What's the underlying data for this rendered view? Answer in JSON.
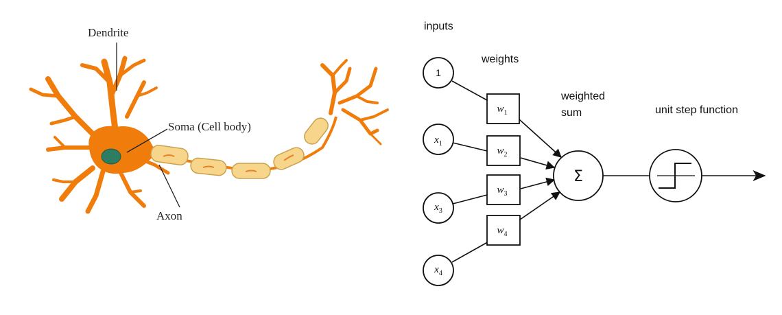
{
  "neuron": {
    "dendrite_label": "Dendrite",
    "soma_label": "Soma (Cell body)",
    "axon_label": "Axon",
    "colors": {
      "body": "#f07d0b",
      "nucleus": "#2e7d62",
      "myelin": "#f7d58a",
      "myelin_edge": "#caa24e"
    }
  },
  "perceptron": {
    "inputs_label": "inputs",
    "weights_label": "weights",
    "weighted_sum_line1": "weighted",
    "weighted_sum_line2": "sum",
    "unit_step_label": "unit step function",
    "sum_symbol": "Σ",
    "bias_input": "1",
    "inputs": [
      {
        "base": "x",
        "sub": "1"
      },
      {
        "base": "x",
        "sub": "3"
      },
      {
        "base": "x",
        "sub": "4"
      }
    ],
    "weights": [
      {
        "base": "w",
        "sub": "1"
      },
      {
        "base": "w",
        "sub": "2"
      },
      {
        "base": "w",
        "sub": "3"
      },
      {
        "base": "w",
        "sub": "4"
      }
    ]
  }
}
